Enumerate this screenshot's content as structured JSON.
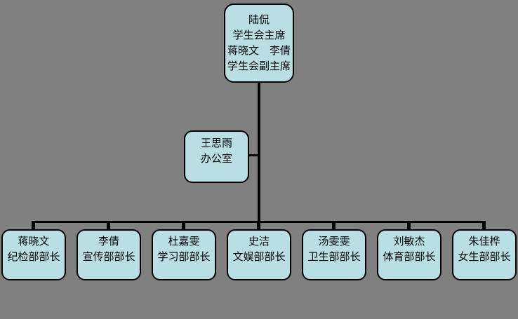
{
  "canvas": {
    "background_color": "#808080",
    "node_fill_color": "#b9dee4",
    "node_border_color": "#000000",
    "connector_color": "#000000"
  },
  "chart": {
    "type": "org-chart",
    "root": {
      "lines": [
        "陆侃",
        "学生会主席",
        "蒋晓文　李倩",
        "学生会副主席"
      ]
    },
    "assistant": {
      "lines": [
        "王思雨",
        "办公室"
      ]
    },
    "departments": [
      {
        "name": "蒋晓文",
        "title": "纪检部部长"
      },
      {
        "name": "李倩",
        "title": "宣传部部长"
      },
      {
        "name": "杜嘉雯",
        "title": "学习部部长"
      },
      {
        "name": "史洁",
        "title": "文娱部部长"
      },
      {
        "name": "汤雯雯",
        "title": "卫生部部长"
      },
      {
        "name": "刘敏杰",
        "title": "体育部部长"
      },
      {
        "name": "朱佳桦",
        "title": "女生部部长"
      }
    ]
  }
}
